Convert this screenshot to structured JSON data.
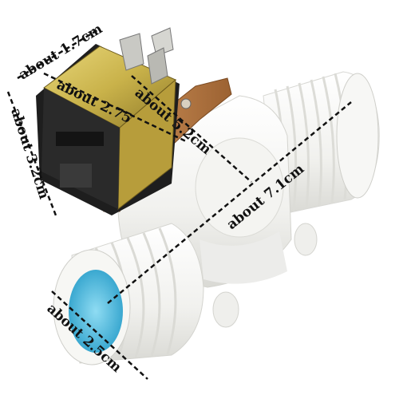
{
  "product": {
    "subject": "plastic solenoid water valve with brass-colored coil, two threaded ports and spade terminals",
    "colors": {
      "background": "#ffffff",
      "body_plastic": "#f3f3f1",
      "coil_brass": "#c9b24a",
      "bracket_copper": "#b87a45",
      "coil_black": "#1e1e1e",
      "inlet_blue": "#5bc6e8",
      "dimension_line": "#111111"
    }
  },
  "dimensions": {
    "coil_width": "about 1.7cm",
    "coil_length": "about 2.75",
    "coil_height": "about 3.2cm",
    "body_length": "about 5.2cm",
    "overall_length": "about 7.1cm",
    "port_diameter": "about 2.5cm"
  }
}
